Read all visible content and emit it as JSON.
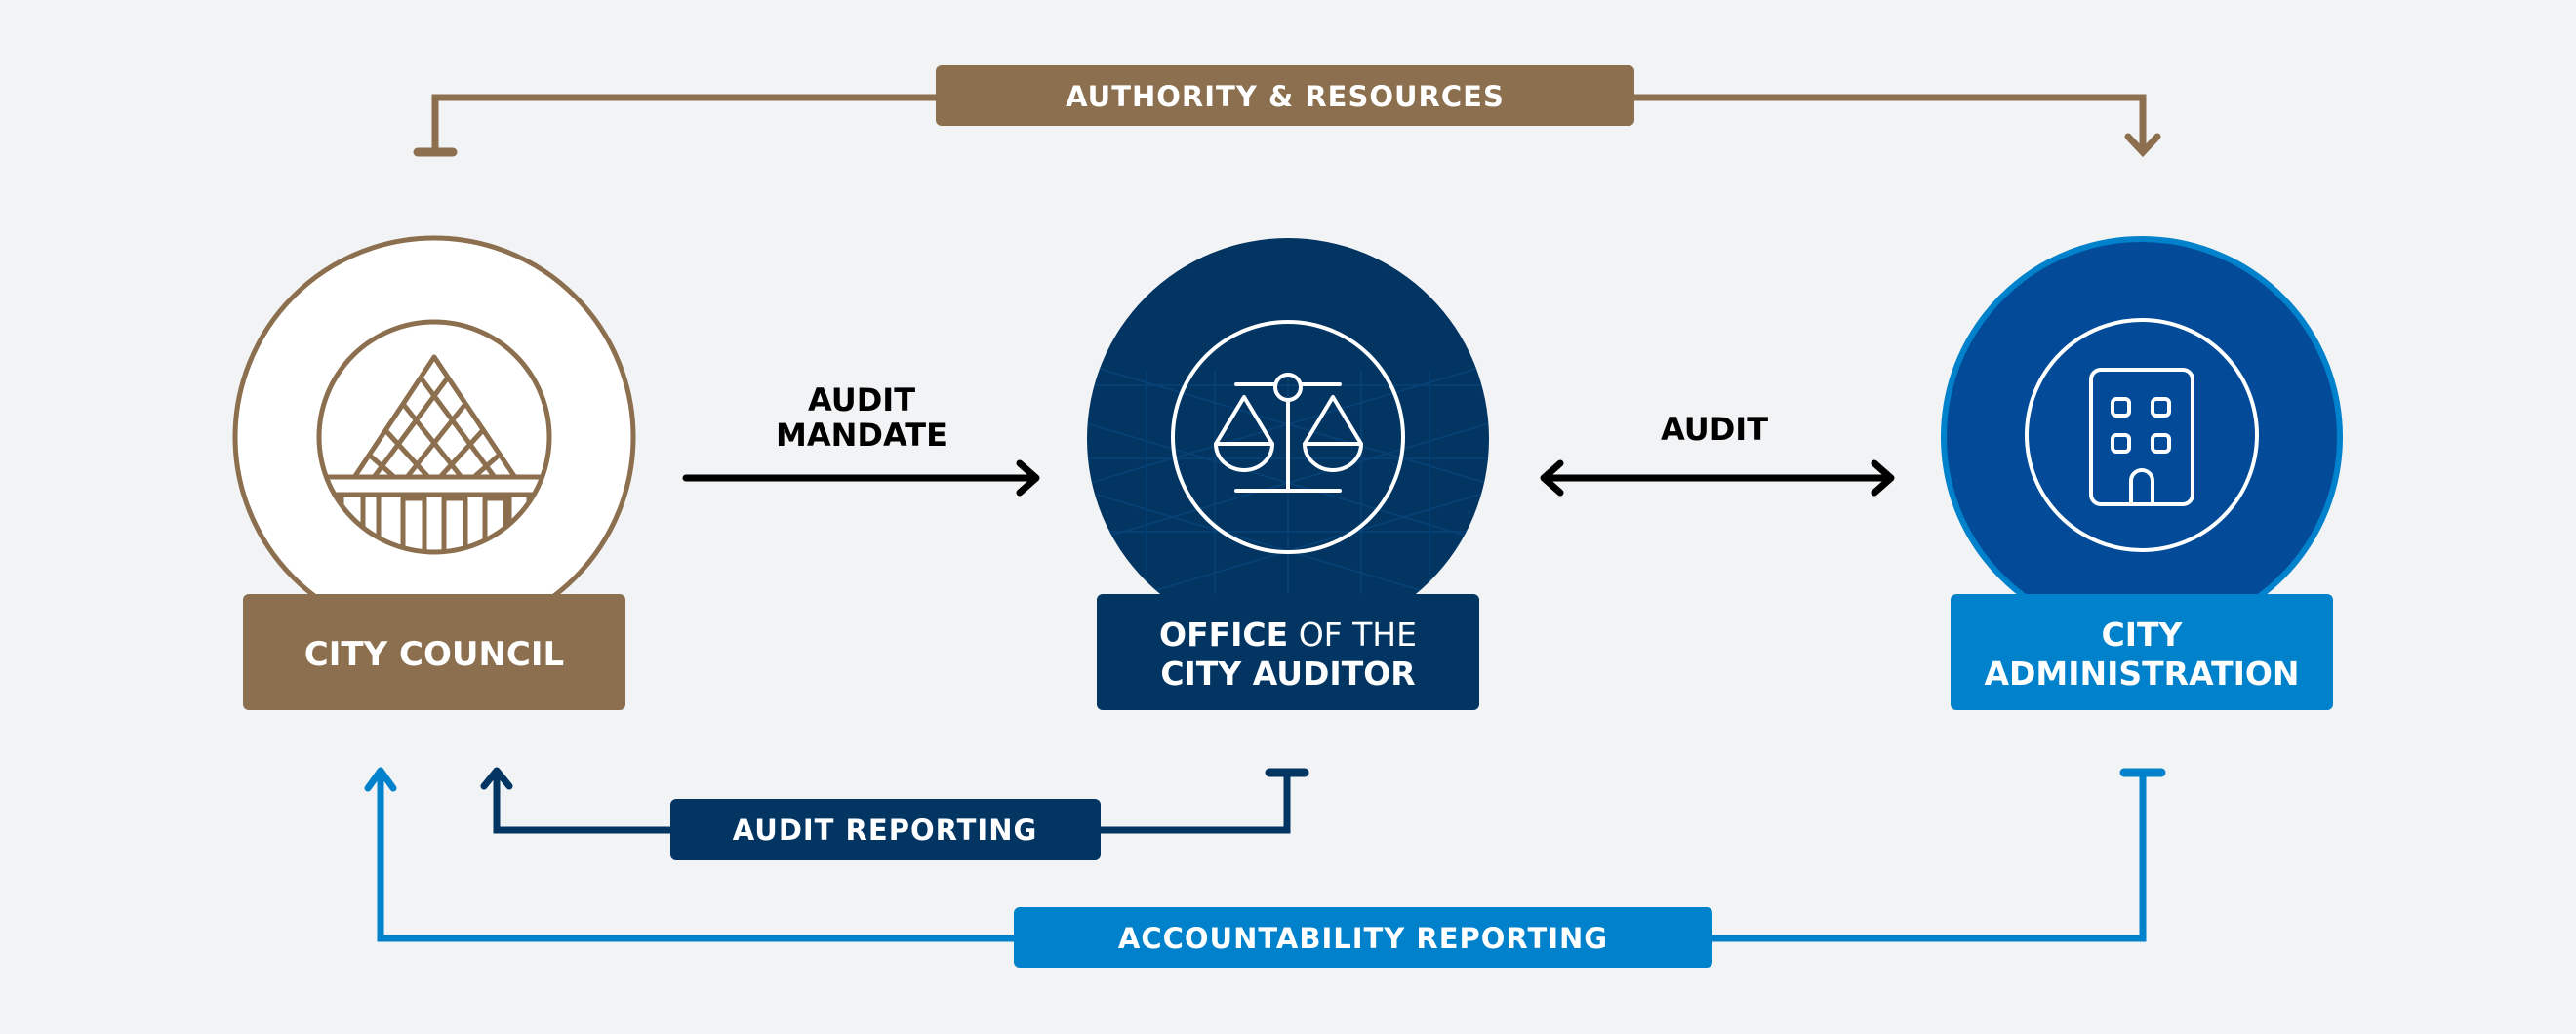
{
  "colors": {
    "background": "#f2f3f5",
    "council_brown": "#8b6f4e",
    "auditor_navy": "#033563",
    "admin_blue": "#034b98",
    "admin_light_blue": "#0081cb",
    "black": "#000000",
    "white": "#ffffff"
  },
  "entities": {
    "council": {
      "label": "CITY COUNCIL",
      "icon": "pyramid-building-icon"
    },
    "auditor": {
      "label_bold_1": "OFFICE",
      "label_light_1": " OF THE",
      "label_line_2": "CITY AUDITOR",
      "icon": "scales-of-justice-icon"
    },
    "admin": {
      "label_line_1": "CITY",
      "label_line_2": "ADMINISTRATION",
      "icon": "office-building-icon"
    }
  },
  "flows": {
    "authority": {
      "label": "AUTHORITY & RESOURCES",
      "from": "City Council",
      "to": "City Administration"
    },
    "audit_mandate": {
      "label_line_1": "AUDIT",
      "label_line_2": "MANDATE",
      "from": "City Council",
      "to": "Office of the City Auditor"
    },
    "audit": {
      "label": "AUDIT",
      "between": [
        "Office of the City Auditor",
        "City Administration"
      ],
      "bidirectional": true
    },
    "audit_reporting": {
      "label": "AUDIT REPORTING",
      "from": "Office of the City Auditor",
      "to": "City Council"
    },
    "accountability_reporting": {
      "label": "ACCOUNTABILITY REPORTING",
      "from": "City Administration",
      "to": "City Council"
    }
  }
}
